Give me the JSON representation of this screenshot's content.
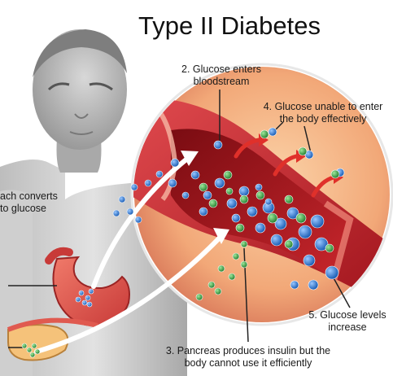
{
  "title": "Type II Diabetes",
  "labels": {
    "step1_line1": "ach converts",
    "step1_line2": "to glucose",
    "step2_line1": "2. Glucose enters",
    "step2_line2": "bloodstream",
    "step3_line1": "3. Pancreas produces insulin but the",
    "step3_line2": "body cannot use it efficiently",
    "step4_line1": "4. Glucose unable to enter",
    "step4_line2": "the body effectively",
    "step5_line1": "5. Glucose levels",
    "step5_line2": "increase"
  },
  "colors": {
    "glucose": "#1e6fd0",
    "insulin": "#2e9e3a",
    "vessel": "#c0222a",
    "magnify_bg": "#f2a878",
    "arrow": "#e0302a"
  }
}
